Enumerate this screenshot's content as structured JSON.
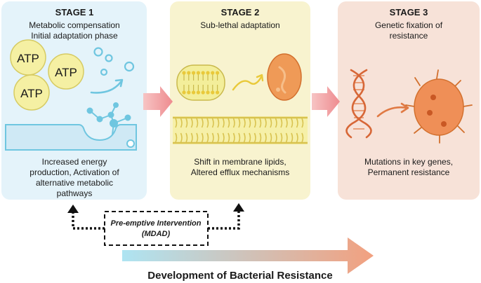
{
  "stages": [
    {
      "title": "STAGE 1",
      "subtitle_lines": [
        "Metabolic compensation",
        "Initial adaptation phase"
      ],
      "atp_labels": [
        "ATP",
        "ATP",
        "ATP"
      ],
      "caption_lines": [
        "Increased energy",
        "production, Activation of",
        "alternative metabolic",
        "pathways"
      ],
      "colors": {
        "panel": "#e4f3fa",
        "accent": "#6fc6e0"
      }
    },
    {
      "title": "STAGE 2",
      "subtitle_lines": [
        "Sub-lethal adaptation"
      ],
      "caption_lines": [
        "Shift in membrane lipids,",
        "Altered efflux mechanisms"
      ],
      "colors": {
        "panel": "#f8f3cf",
        "accent": "#e6e279"
      }
    },
    {
      "title": "STAGE 3",
      "subtitle_lines": [
        "Genetic fixation of",
        "resistance"
      ],
      "caption_lines": [
        "Mutations in key genes,",
        "Permanent resistance"
      ],
      "colors": {
        "panel": "#f7e2d8",
        "accent": "#e8834e"
      }
    }
  ],
  "intervention": {
    "lines": [
      "Pre-emptive Intervention",
      "(MDAD)"
    ]
  },
  "development": {
    "label": "Development of Bacterial Resistance"
  },
  "icons": [
    "atp-circle-icon",
    "molecule-network-icon",
    "lipid-bilayer-icon",
    "bacterium-icon",
    "dna-helix-icon",
    "curved-arrow-icon"
  ],
  "colors": {
    "stage_arrow": "#f29a9a",
    "gradient_start": "#aee4f2",
    "gradient_end": "#f2a07f"
  }
}
